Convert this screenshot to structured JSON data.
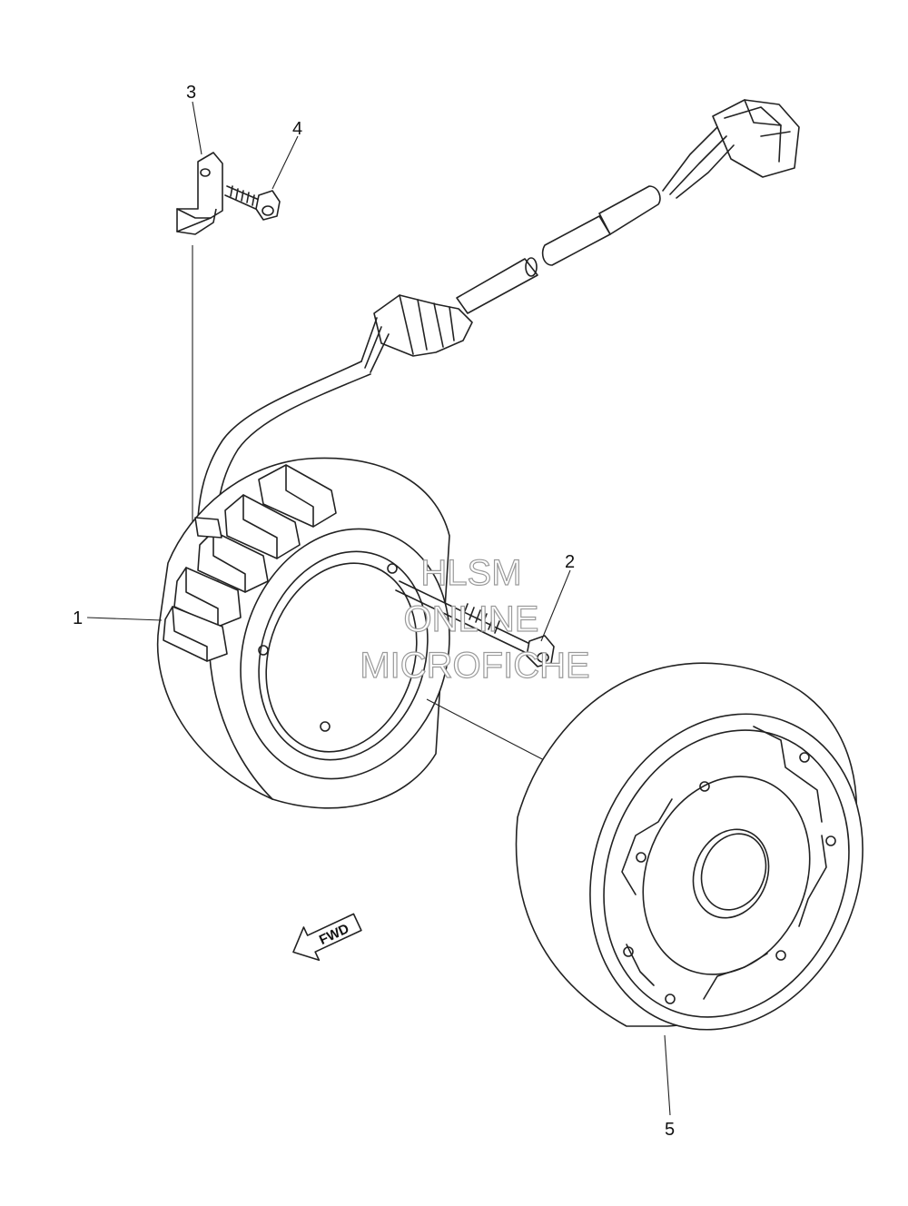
{
  "callouts": [
    {
      "id": "1",
      "label": "1"
    },
    {
      "id": "2",
      "label": "2"
    },
    {
      "id": "3",
      "label": "3"
    },
    {
      "id": "4",
      "label": "4"
    },
    {
      "id": "5",
      "label": "5"
    }
  ],
  "direction_label": "FWD",
  "watermark": {
    "line1": "HLSM",
    "line2": "ONLINE",
    "line3": "MICROFICHE"
  }
}
